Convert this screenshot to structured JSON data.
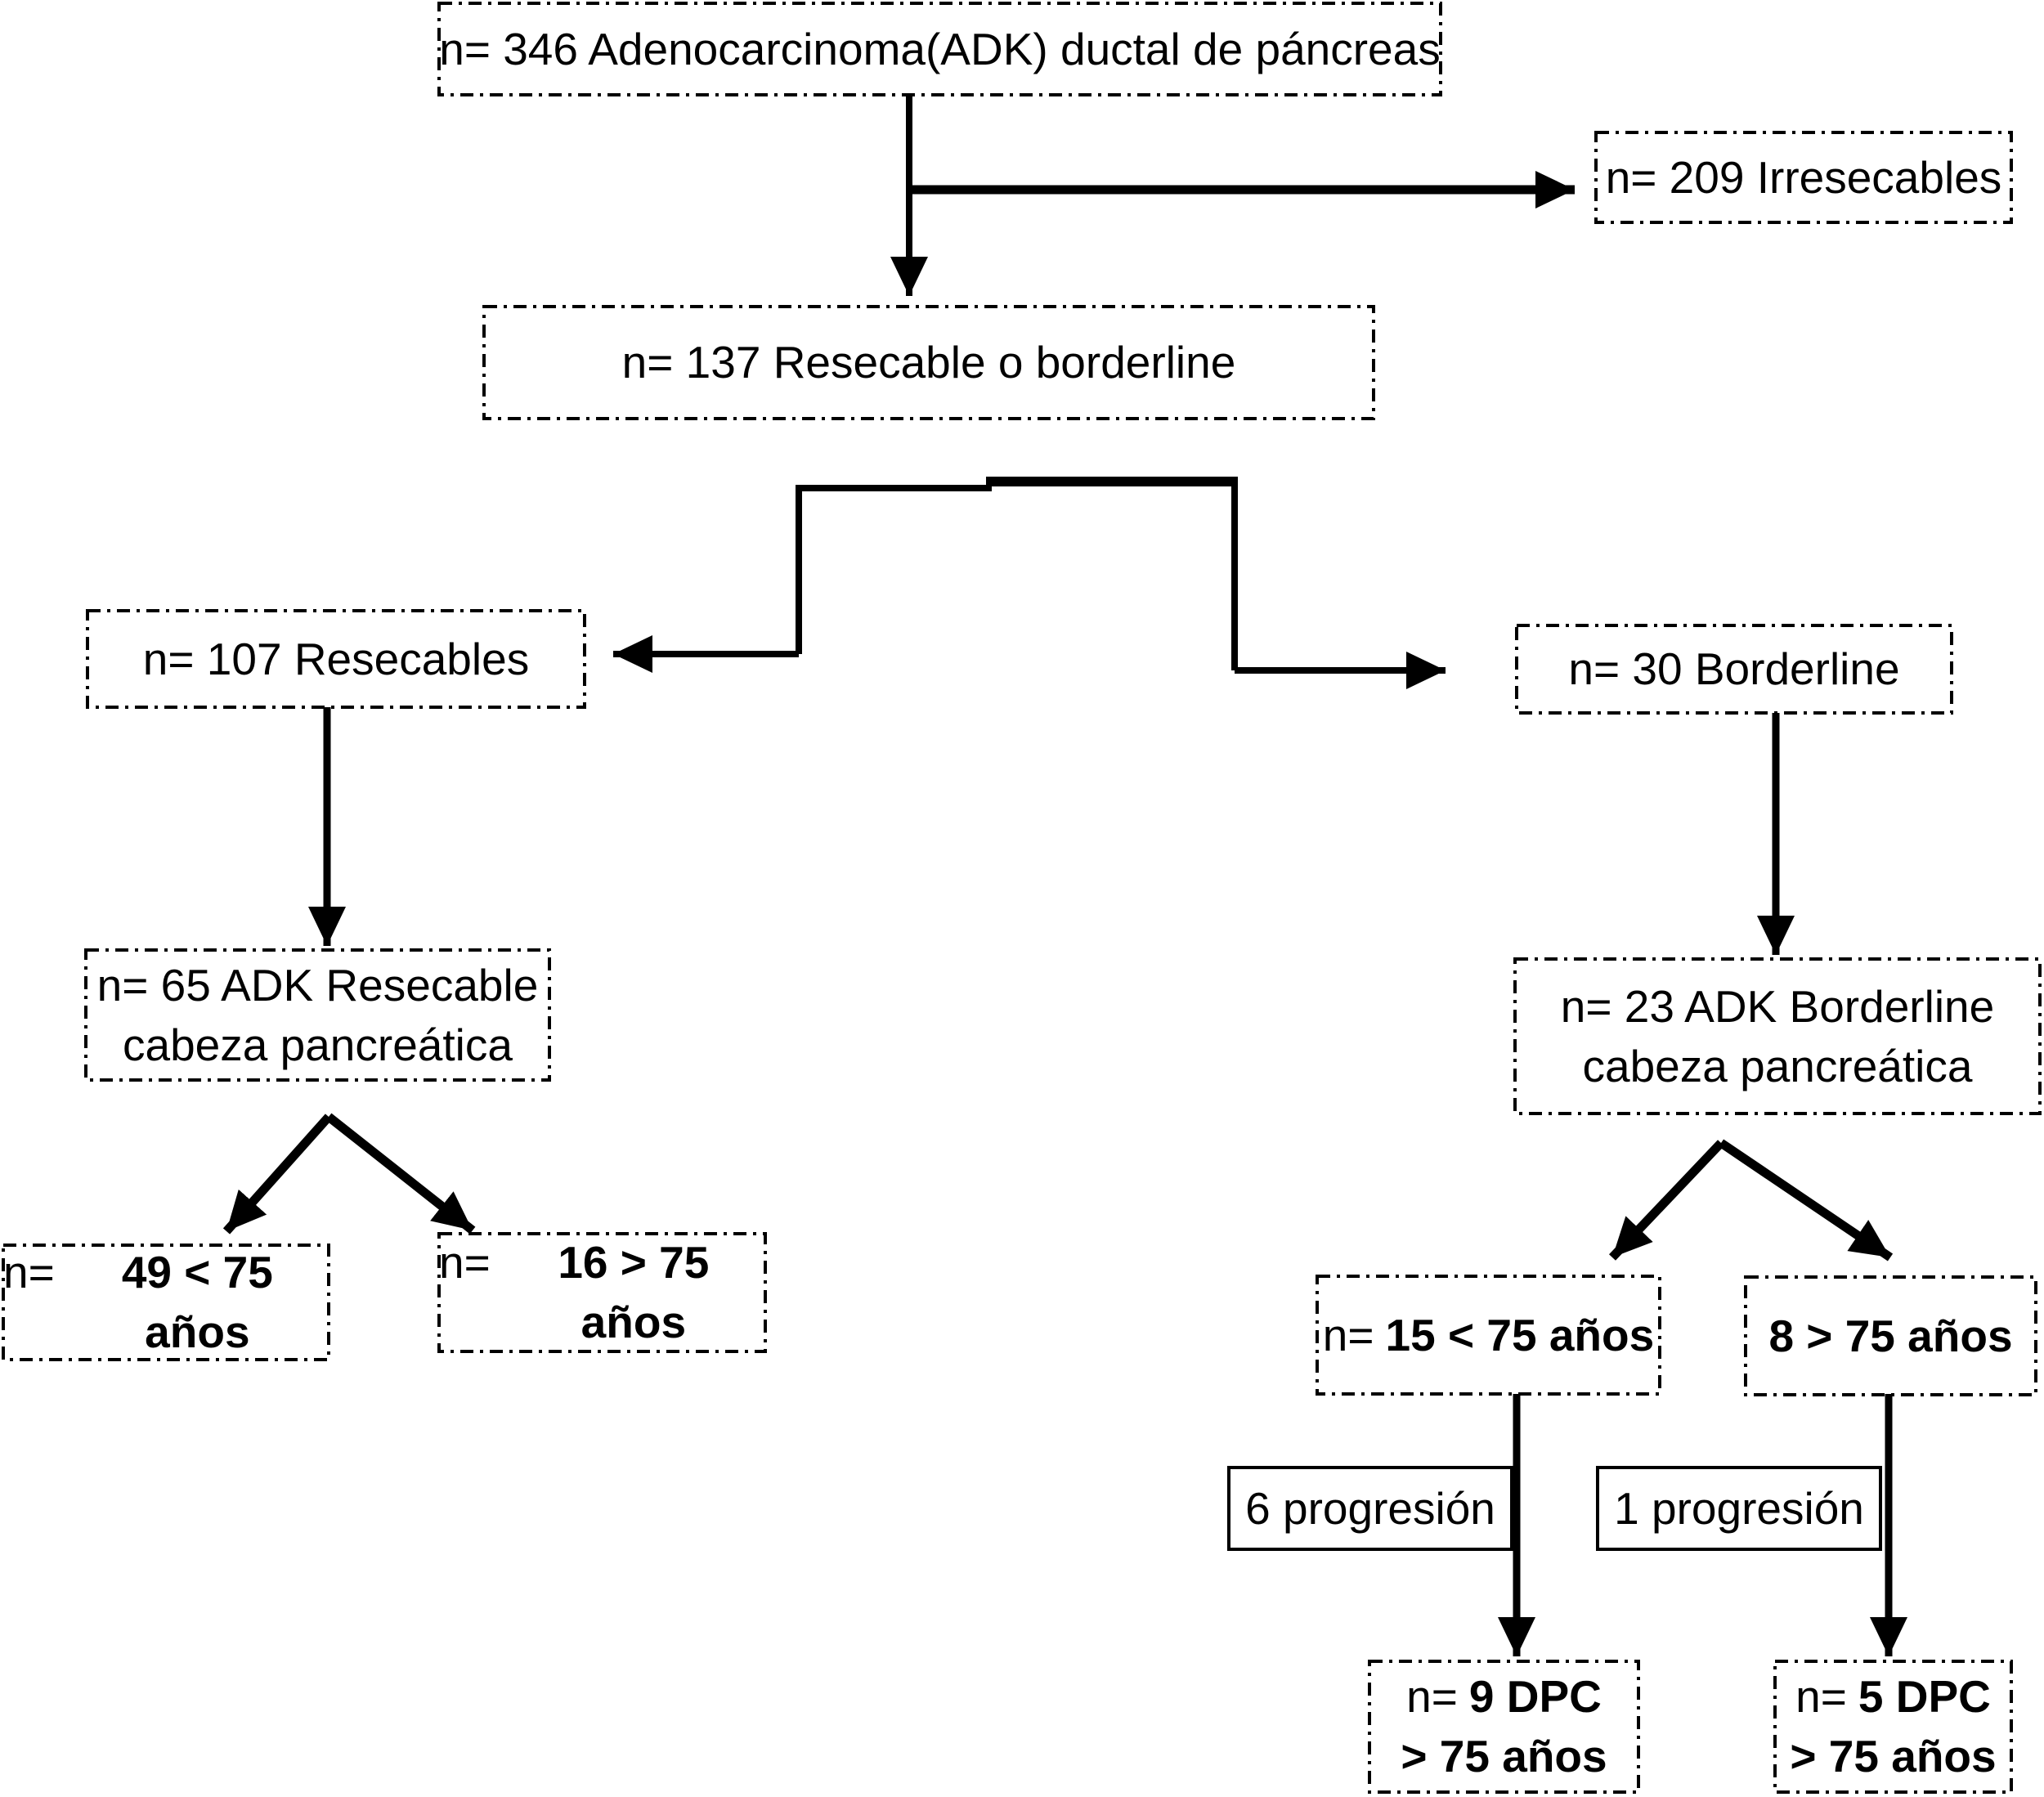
{
  "diagram": {
    "language": "es",
    "colors": {
      "ink": "#000000",
      "background": "#ffffff"
    },
    "nodes": {
      "total": {
        "text": "n= 346 Adenocarcinoma(ADK) ductal  de páncreas"
      },
      "irresecables": {
        "text": "n= 209 Irresecables"
      },
      "resecable_o_borderline": {
        "text": "n= 137 Resecable o borderline"
      },
      "resecables": {
        "text": "n= 107  Resecables"
      },
      "borderline": {
        "text": "n= 30 Borderline"
      },
      "adk_resecable": {
        "line1": "n= 65 ADK Resecable",
        "line2": "cabeza pancreática"
      },
      "adk_borderline": {
        "line1": "n= 23 ADK Borderline",
        "line2": "cabeza pancreática"
      },
      "resecable_menor75": {
        "prefix": "n=",
        "value": "49 < 75 años"
      },
      "resecable_mayor75": {
        "prefix": "n=",
        "value": "16 > 75 años"
      },
      "borderline_menor75": {
        "prefix": "n=",
        "value": "15 < 75 años"
      },
      "borderline_mayor75": {
        "value": "8 > 75 años"
      },
      "progresion6": {
        "text": "6 progresión"
      },
      "progresion1": {
        "text": "1 progresión"
      },
      "dpc9": {
        "prefix": "n=",
        "value": "9 DPC",
        "value2": "> 75 años"
      },
      "dpc5": {
        "prefix": "n=",
        "value": "5 DPC",
        "value2": "> 75 años"
      }
    }
  }
}
